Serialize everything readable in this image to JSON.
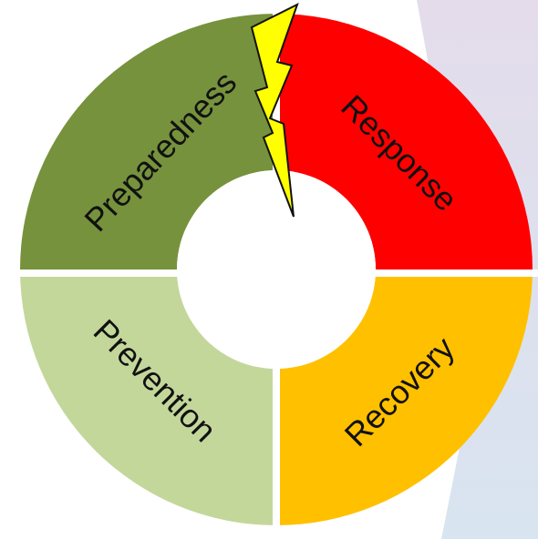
{
  "diagram": {
    "type": "cycle",
    "segments": [
      {
        "id": "preparedness",
        "label": "Preparedness",
        "color": "#76923C"
      },
      {
        "id": "response",
        "label": "Response",
        "color": "#FF0000"
      },
      {
        "id": "recovery",
        "label": "Recovery",
        "color": "#FFC000"
      },
      {
        "id": "prevention",
        "label": "Prevention",
        "color": "#C4D79B"
      }
    ],
    "event_marker": {
      "icon": "lightning-bolt-icon",
      "color": "#FFFF00"
    }
  },
  "background": {
    "panel_colors": [
      "#E4DCEB",
      "#D8E4F0"
    ]
  }
}
